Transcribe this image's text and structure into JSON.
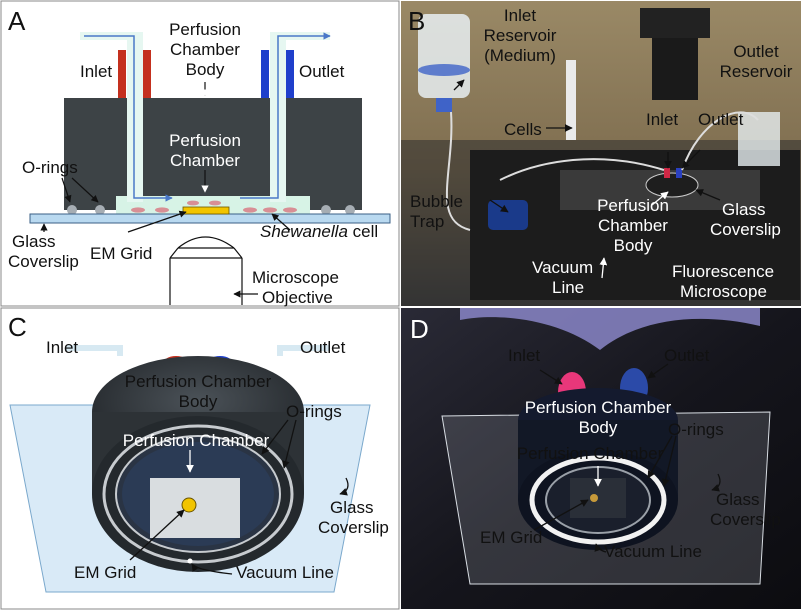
{
  "panels": {
    "A": {
      "letter": "A",
      "inlet": "Inlet",
      "outlet": "Outlet",
      "body_line1": "Perfusion",
      "body_line2": "Chamber",
      "body_line3": "Body",
      "chamber_line1": "Perfusion",
      "chamber_line2": "Chamber",
      "orings": "O-rings",
      "glass_line1": "Glass",
      "glass_line2": "Coverslip",
      "em_grid": "EM Grid",
      "shewanella": "Shewanella",
      "shewanella_suffix": " cell",
      "microscope_line1": "Microscope",
      "microscope_line2": "Objective"
    },
    "B": {
      "letter": "B",
      "inlet_res_line1": "Inlet",
      "inlet_res_line2": "Reservoir",
      "inlet_res_line3": "(Medium)",
      "outlet_res_line1": "Outlet",
      "outlet_res_line2": "Reservoir",
      "cells": "Cells",
      "inlet": "Inlet",
      "outlet": "Outlet",
      "bubble_line1": "Bubble",
      "bubble_line2": "Trap",
      "perf_line1": "Perfusion",
      "perf_line2": "Chamber",
      "perf_line3": "Body",
      "glass_line1": "Glass",
      "glass_line2": "Coverslip",
      "vacuum_line1": "Vacuum",
      "vacuum_line2": "Line",
      "fluor_line1": "Fluorescence",
      "fluor_line2": "Microscope"
    },
    "C": {
      "letter": "C",
      "inlet": "Inlet",
      "outlet": "Outlet",
      "body_line1": "Perfusion Chamber",
      "body_line2": "Body",
      "chamber": "Perfusion Chamber",
      "orings": "O-rings",
      "glass_line1": "Glass",
      "glass_line2": "Coverslip",
      "em_grid": "EM Grid",
      "vacuum": "Vacuum Line"
    },
    "D": {
      "letter": "D",
      "inlet": "Inlet",
      "outlet": "Outlet",
      "body_line1": "Perfusion Chamber",
      "body_line2": "Body",
      "chamber": "Perfusion Chamber",
      "orings": "O-rings",
      "glass_line1": "Glass",
      "glass_line2": "Coverslip",
      "em_grid": "EM Grid",
      "vacuum": "Vacuum Line"
    }
  },
  "colors": {
    "chamber_body": "#3d4346",
    "chamber_fill": "#d7f3e6",
    "tube": "#e6f7f1",
    "flow_arrow": "#4a78c8",
    "inlet_port": "#c4301e",
    "outlet_port": "#1f3fcb",
    "glass": "#b9d9f0",
    "cell": "#d88f95",
    "grid": "#f2c400",
    "photo_bg_B": "#8a7a5c",
    "photo_bg_D": "#1a1a22"
  },
  "icons": [
    "flow-arrow-icon",
    "pointer-arrow-icon"
  ]
}
